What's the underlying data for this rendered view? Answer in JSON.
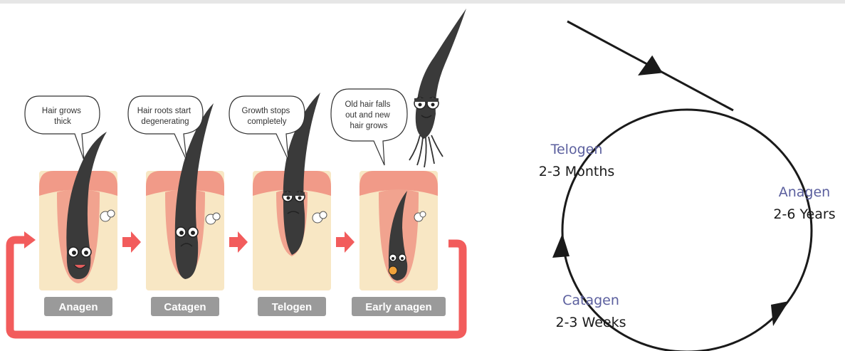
{
  "left_panel": {
    "stages": [
      {
        "label": "Anagen",
        "bubble": [
          "Hair grows",
          "thick"
        ]
      },
      {
        "label": "Catagen",
        "bubble": [
          "Hair roots start",
          "degenerating"
        ]
      },
      {
        "label": "Telogen",
        "bubble": [
          "Growth stops",
          "completely"
        ]
      },
      {
        "label": "Early anagen",
        "bubble": [
          "Old hair falls",
          "out and new",
          "hair grows"
        ]
      }
    ]
  },
  "right_panel": {
    "phases": [
      {
        "name": "Telogen",
        "duration": "2-3 Months"
      },
      {
        "name": "Anagen",
        "duration": "2-6 Years"
      },
      {
        "name": "Catagen",
        "duration": "2-3 Weeks"
      }
    ]
  },
  "colors": {
    "skin": "#f8e7c4",
    "skin_top": "#f19a88",
    "follicle": "#f1a38f",
    "hair": "#333333",
    "arrow_red": "#f25c5c",
    "label_bg": "#9a9a9a",
    "phase_blue": "#5b5f9e"
  }
}
